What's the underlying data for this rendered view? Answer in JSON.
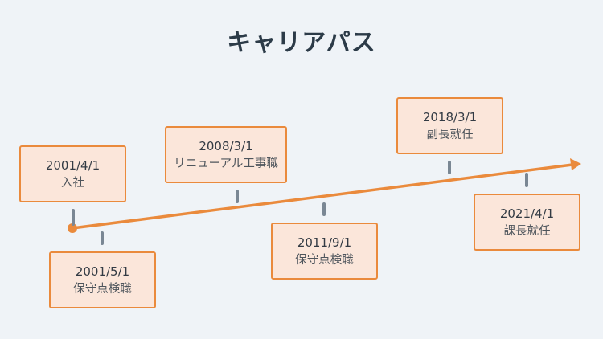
{
  "title": "キャリアパス",
  "events": [
    {
      "date": "2001/4/1",
      "label": "入社"
    },
    {
      "date": "2001/5/1",
      "label": "保守点検職"
    },
    {
      "date": "2008/3/1",
      "label": "リニューアル工事職"
    },
    {
      "date": "2011/9/1",
      "label": "保守点検職"
    },
    {
      "date": "2018/3/1",
      "label": "副長就任"
    },
    {
      "date": "2021/4/1",
      "label": "課長就任"
    }
  ],
  "colors": {
    "accent": "#ea8a3c",
    "box_fill": "#fbe6da",
    "tick": "#7a8794"
  }
}
